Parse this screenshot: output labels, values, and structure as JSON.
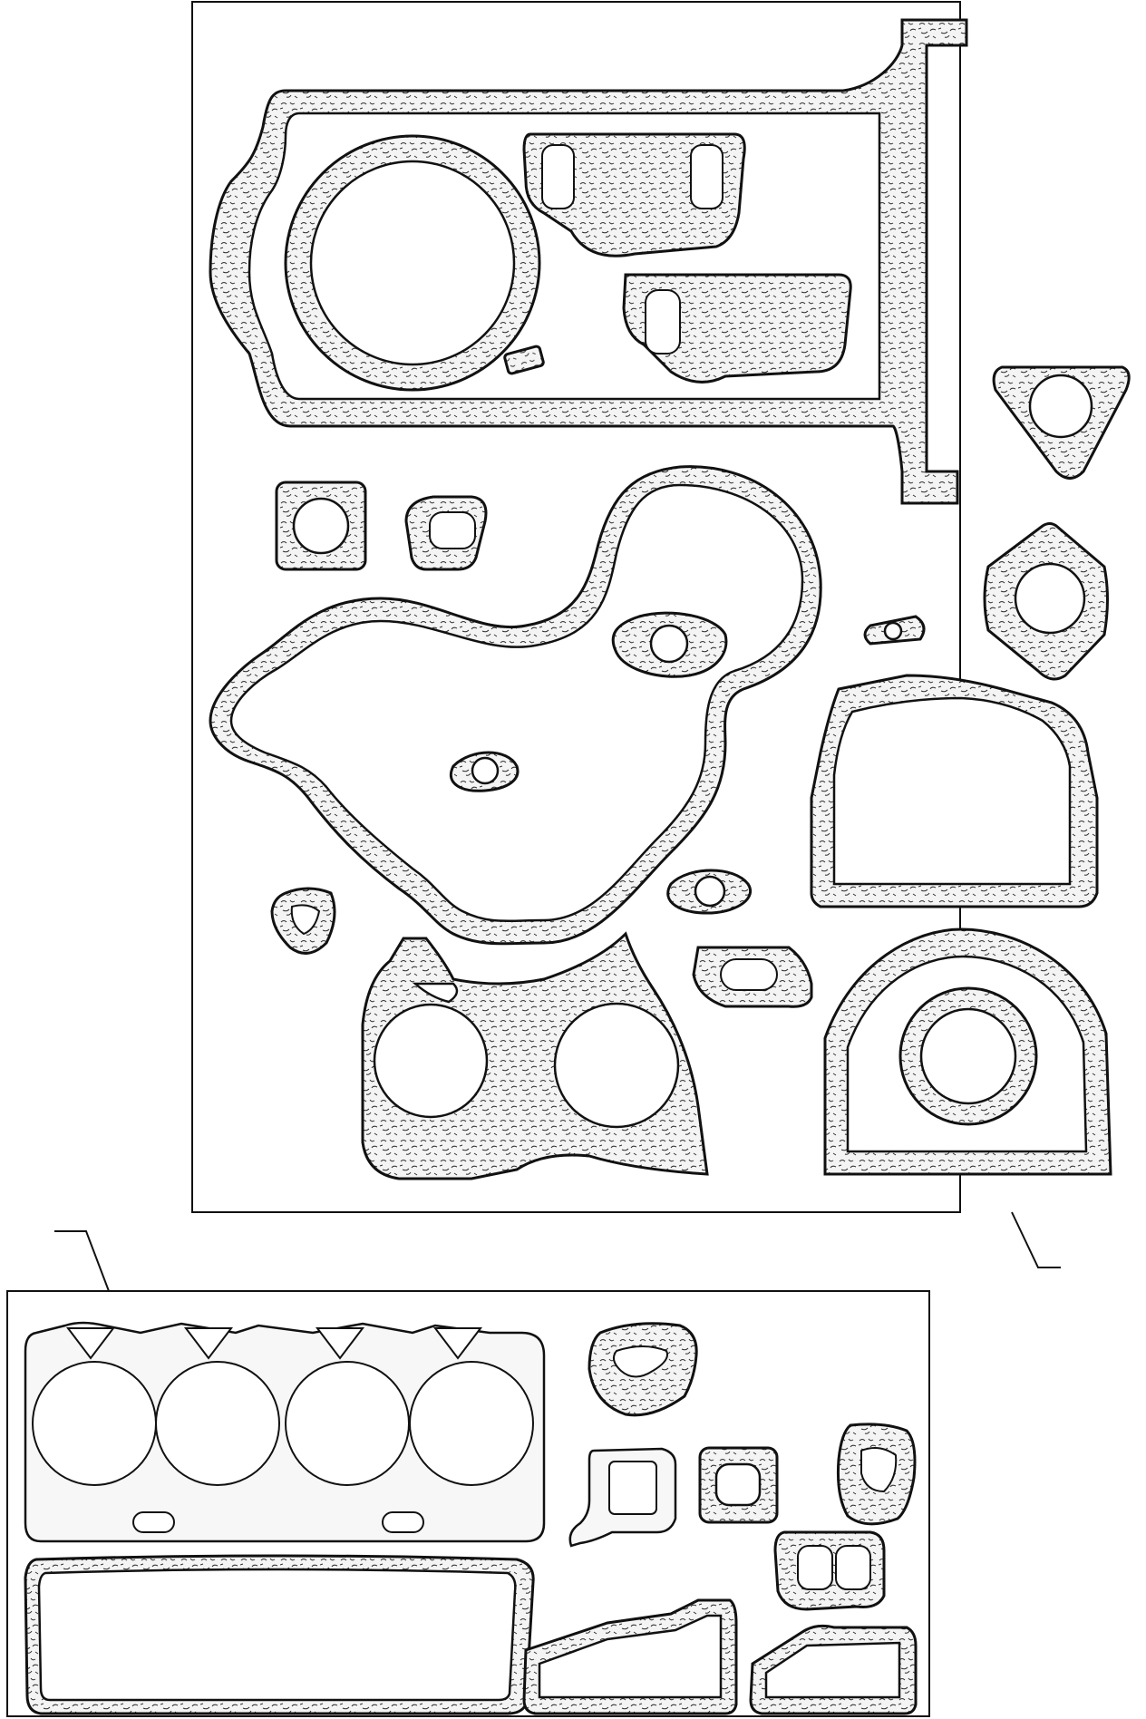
{
  "colors": {
    "line": "#111111",
    "background": "#ffffff",
    "gasket_fill": "#f4f4f4"
  },
  "diagram": {
    "panels": [
      {
        "name": "lower-gasket-set",
        "kind": "gasket kit"
      },
      {
        "name": "upper-gasket-set",
        "kind": "gasket kit"
      }
    ],
    "callouts": [
      {
        "target": "upper-gasket-set",
        "label": ""
      },
      {
        "target": "lower-gasket-set",
        "label": ""
      }
    ]
  }
}
